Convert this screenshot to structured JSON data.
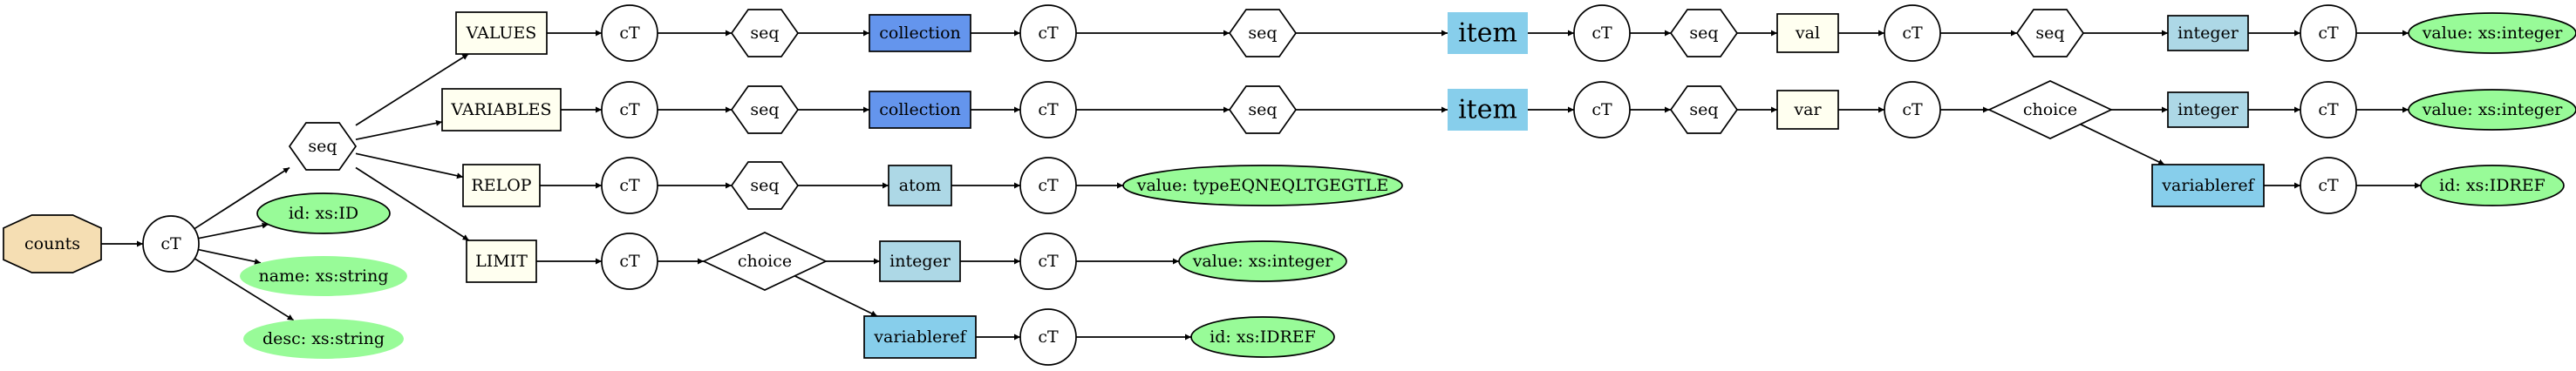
{
  "diagram": {
    "colors": {
      "octagon": "#f5deb3",
      "box_yellow": "#fffff0",
      "box_blue": "#6495ed",
      "box_lightblue": "#add8e6",
      "box_skyblue": "#87ceeb",
      "ellipse_green": "#98fb98",
      "white": "#ffffff"
    },
    "nodes": [
      {
        "id": "counts",
        "shape": "octagon",
        "label": "counts",
        "fill": "octagon"
      },
      {
        "id": "ct_root",
        "shape": "circle",
        "label": "cT"
      },
      {
        "id": "id_attr",
        "shape": "ellipse",
        "label": "id: xs:ID",
        "fill": "ellipse_green",
        "border": true
      },
      {
        "id": "name_attr",
        "shape": "ellipse",
        "label": "name: xs:string",
        "fill": "ellipse_green",
        "border": false
      },
      {
        "id": "desc_attr",
        "shape": "ellipse",
        "label": "desc: xs:string",
        "fill": "ellipse_green",
        "border": false
      },
      {
        "id": "seq_root",
        "shape": "hexagon",
        "label": "seq"
      },
      {
        "id": "values",
        "shape": "box",
        "label": "VALUES",
        "fill": "box_yellow"
      },
      {
        "id": "ct_v1",
        "shape": "circle",
        "label": "cT"
      },
      {
        "id": "seq_v1",
        "shape": "hexagon",
        "label": "seq"
      },
      {
        "id": "coll_v",
        "shape": "box",
        "label": "collection",
        "fill": "box_blue"
      },
      {
        "id": "ct_v2",
        "shape": "circle",
        "label": "cT"
      },
      {
        "id": "seq_v2",
        "shape": "hexagon",
        "label": "seq"
      },
      {
        "id": "item_v",
        "shape": "box",
        "label": "item",
        "fill": "box_skyblue",
        "big": true,
        "noBorder": true
      },
      {
        "id": "ct_v3",
        "shape": "circle",
        "label": "cT"
      },
      {
        "id": "seq_v3",
        "shape": "hexagon",
        "label": "seq"
      },
      {
        "id": "val_v",
        "shape": "box",
        "label": "val",
        "fill": "box_yellow"
      },
      {
        "id": "ct_v4",
        "shape": "circle",
        "label": "cT"
      },
      {
        "id": "seq_v4",
        "shape": "hexagon",
        "label": "seq"
      },
      {
        "id": "int_v",
        "shape": "box",
        "label": "integer",
        "fill": "box_lightblue"
      },
      {
        "id": "ct_v5",
        "shape": "circle",
        "label": "cT"
      },
      {
        "id": "valint_v",
        "shape": "ellipse",
        "label": "value: xs:integer",
        "fill": "ellipse_green",
        "border": true
      },
      {
        "id": "variables",
        "shape": "box",
        "label": "VARIABLES",
        "fill": "box_yellow"
      },
      {
        "id": "ct_w1",
        "shape": "circle",
        "label": "cT"
      },
      {
        "id": "seq_w1",
        "shape": "hexagon",
        "label": "seq"
      },
      {
        "id": "coll_w",
        "shape": "box",
        "label": "collection",
        "fill": "box_blue"
      },
      {
        "id": "ct_w2",
        "shape": "circle",
        "label": "cT"
      },
      {
        "id": "seq_w2",
        "shape": "hexagon",
        "label": "seq"
      },
      {
        "id": "item_w",
        "shape": "box",
        "label": "item",
        "fill": "box_skyblue",
        "big": true,
        "noBorder": true
      },
      {
        "id": "ct_w3",
        "shape": "circle",
        "label": "cT"
      },
      {
        "id": "seq_w3",
        "shape": "hexagon",
        "label": "seq"
      },
      {
        "id": "var_w",
        "shape": "box",
        "label": "var",
        "fill": "box_yellow"
      },
      {
        "id": "ct_w4",
        "shape": "circle",
        "label": "cT"
      },
      {
        "id": "choice_w",
        "shape": "diamond",
        "label": "choice"
      },
      {
        "id": "int_w",
        "shape": "box",
        "label": "integer",
        "fill": "box_lightblue"
      },
      {
        "id": "ct_w5",
        "shape": "circle",
        "label": "cT"
      },
      {
        "id": "valint_w",
        "shape": "ellipse",
        "label": "value: xs:integer",
        "fill": "ellipse_green",
        "border": true
      },
      {
        "id": "vref_w",
        "shape": "box",
        "label": "variableref",
        "fill": "box_skyblue"
      },
      {
        "id": "ct_w6",
        "shape": "circle",
        "label": "cT"
      },
      {
        "id": "idref_w",
        "shape": "ellipse",
        "label": "id: xs:IDREF",
        "fill": "ellipse_green",
        "border": true
      },
      {
        "id": "relop",
        "shape": "box",
        "label": "RELOP",
        "fill": "box_yellow"
      },
      {
        "id": "ct_r1",
        "shape": "circle",
        "label": "cT"
      },
      {
        "id": "seq_r1",
        "shape": "hexagon",
        "label": "seq"
      },
      {
        "id": "atom_r",
        "shape": "box",
        "label": "atom",
        "fill": "box_lightblue"
      },
      {
        "id": "ct_r2",
        "shape": "circle",
        "label": "cT"
      },
      {
        "id": "val_r",
        "shape": "ellipse",
        "label": "value: typeEQNEQLTGEGTLE",
        "fill": "ellipse_green",
        "border": true
      },
      {
        "id": "limit",
        "shape": "box",
        "label": "LIMIT",
        "fill": "box_yellow"
      },
      {
        "id": "ct_l1",
        "shape": "circle",
        "label": "cT"
      },
      {
        "id": "choice_l",
        "shape": "diamond",
        "label": "choice"
      },
      {
        "id": "int_l",
        "shape": "box",
        "label": "integer",
        "fill": "box_lightblue"
      },
      {
        "id": "ct_l2",
        "shape": "circle",
        "label": "cT"
      },
      {
        "id": "valint_l",
        "shape": "ellipse",
        "label": "value: xs:integer",
        "fill": "ellipse_green",
        "border": true
      },
      {
        "id": "vref_l",
        "shape": "box",
        "label": "variableref",
        "fill": "box_skyblue"
      },
      {
        "id": "ct_l3",
        "shape": "circle",
        "label": "cT"
      },
      {
        "id": "idref_l",
        "shape": "ellipse",
        "label": "id: xs:IDREF",
        "fill": "ellipse_green",
        "border": true
      }
    ],
    "edges": [
      [
        "counts",
        "ct_root"
      ],
      [
        "ct_root",
        "id_attr"
      ],
      [
        "ct_root",
        "name_attr"
      ],
      [
        "ct_root",
        "desc_attr"
      ],
      [
        "ct_root",
        "seq_root"
      ],
      [
        "seq_root",
        "values"
      ],
      [
        "seq_root",
        "variables"
      ],
      [
        "seq_root",
        "relop"
      ],
      [
        "seq_root",
        "limit"
      ],
      [
        "values",
        "ct_v1"
      ],
      [
        "ct_v1",
        "seq_v1"
      ],
      [
        "seq_v1",
        "coll_v"
      ],
      [
        "coll_v",
        "ct_v2"
      ],
      [
        "ct_v2",
        "seq_v2"
      ],
      [
        "seq_v2",
        "item_v"
      ],
      [
        "item_v",
        "ct_v3"
      ],
      [
        "ct_v3",
        "seq_v3"
      ],
      [
        "seq_v3",
        "val_v"
      ],
      [
        "val_v",
        "ct_v4"
      ],
      [
        "ct_v4",
        "seq_v4"
      ],
      [
        "seq_v4",
        "int_v"
      ],
      [
        "int_v",
        "ct_v5"
      ],
      [
        "ct_v5",
        "valint_v"
      ],
      [
        "variables",
        "ct_w1"
      ],
      [
        "ct_w1",
        "seq_w1"
      ],
      [
        "seq_w1",
        "coll_w"
      ],
      [
        "coll_w",
        "ct_w2"
      ],
      [
        "ct_w2",
        "seq_w2"
      ],
      [
        "seq_w2",
        "item_w"
      ],
      [
        "item_w",
        "ct_w3"
      ],
      [
        "ct_w3",
        "seq_w3"
      ],
      [
        "seq_w3",
        "var_w"
      ],
      [
        "var_w",
        "ct_w4"
      ],
      [
        "ct_w4",
        "choice_w"
      ],
      [
        "choice_w",
        "int_w"
      ],
      [
        "int_w",
        "ct_w5"
      ],
      [
        "ct_w5",
        "valint_w"
      ],
      [
        "choice_w",
        "vref_w"
      ],
      [
        "vref_w",
        "ct_w6"
      ],
      [
        "ct_w6",
        "idref_w"
      ],
      [
        "relop",
        "ct_r1"
      ],
      [
        "ct_r1",
        "seq_r1"
      ],
      [
        "seq_r1",
        "atom_r"
      ],
      [
        "atom_r",
        "ct_r2"
      ],
      [
        "ct_r2",
        "val_r"
      ],
      [
        "limit",
        "ct_l1"
      ],
      [
        "ct_l1",
        "choice_l"
      ],
      [
        "choice_l",
        "int_l"
      ],
      [
        "int_l",
        "ct_l2"
      ],
      [
        "ct_l2",
        "valint_l"
      ],
      [
        "choice_l",
        "vref_l"
      ],
      [
        "vref_l",
        "ct_l3"
      ],
      [
        "ct_l3",
        "idref_l"
      ]
    ]
  }
}
